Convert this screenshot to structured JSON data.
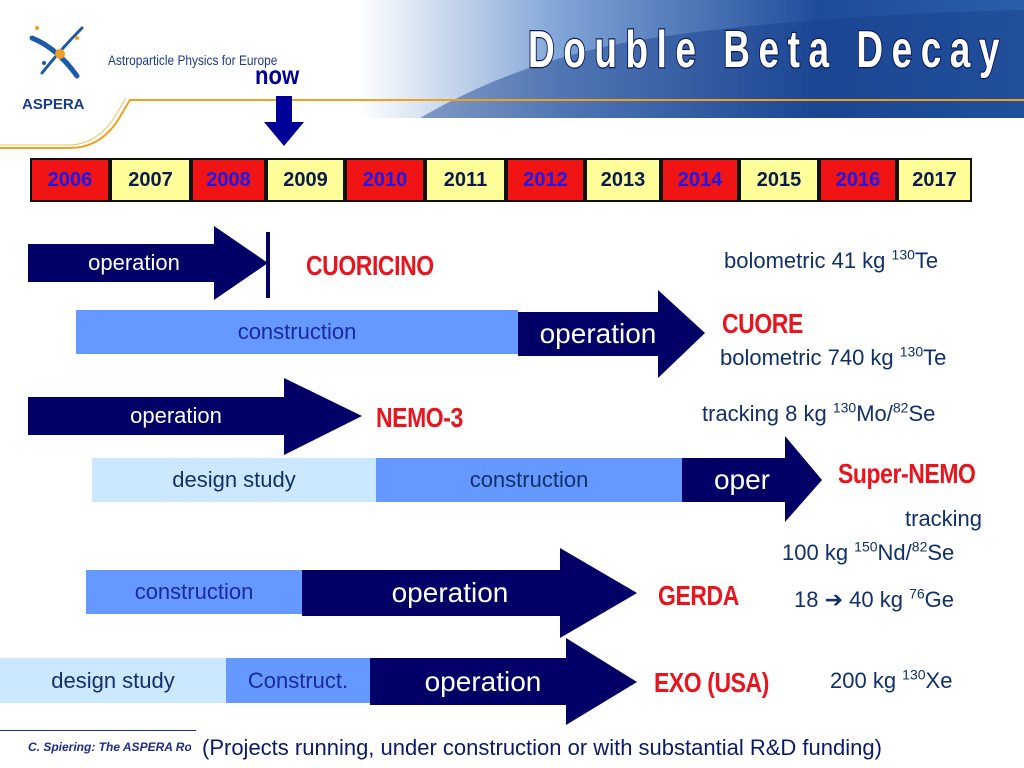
{
  "header": {
    "org_tagline": "Astroparticle Physics for Europe",
    "org_name": "ASPERA",
    "title": "Double Beta Decay",
    "now_label": "now"
  },
  "colors": {
    "red_year": "#f01414",
    "yellow_year": "#ffff99",
    "navy": "#000066",
    "construction_blue": "#6699ff",
    "design_blue": "#cce8ff",
    "experiment_red": "#e8141e"
  },
  "timeline": {
    "years": [
      {
        "label": "2006",
        "color": "red"
      },
      {
        "label": "2007",
        "color": "yellow"
      },
      {
        "label": "2008",
        "color": "red"
      },
      {
        "label": "2009",
        "color": "yellow"
      },
      {
        "label": "2010",
        "color": "red"
      },
      {
        "label": "2011",
        "color": "yellow"
      },
      {
        "label": "2012",
        "color": "red"
      },
      {
        "label": "2013",
        "color": "yellow"
      },
      {
        "label": "2014",
        "color": "red"
      },
      {
        "label": "2015",
        "color": "yellow"
      },
      {
        "label": "2016",
        "color": "red"
      },
      {
        "label": "2017",
        "color": "yellow"
      }
    ]
  },
  "experiments": {
    "cuoricino": {
      "name": "CUORICINO",
      "phase_operation": "operation",
      "detail_prefix": "bolometric 41 kg ",
      "detail_sup": "130",
      "detail_suffix": "Te"
    },
    "cuore": {
      "name": "CUORE",
      "phase_construction": "construction",
      "phase_operation": "operation",
      "detail_prefix": "bolometric 740 kg ",
      "detail_sup": "130",
      "detail_suffix": "Te"
    },
    "nemo3": {
      "name": "NEMO-3",
      "phase_operation": "operation",
      "detail_prefix": "tracking 8 kg ",
      "detail_sup1": "130",
      "detail_mid": "Mo/",
      "detail_sup2": "82",
      "detail_suffix": "Se"
    },
    "supernemo": {
      "name": "Super-NEMO",
      "phase_design": "design study",
      "phase_construction": "construction",
      "phase_operation": "oper",
      "detail_line1": "tracking",
      "detail_prefix": "100 kg ",
      "detail_sup1": "150",
      "detail_mid": "Nd/",
      "detail_sup2": "82",
      "detail_suffix": "Se"
    },
    "gerda": {
      "name": "GERDA",
      "phase_construction": "construction",
      "phase_operation": "operation",
      "detail_prefix": "18 ➔ 40 kg ",
      "detail_sup": "76",
      "detail_suffix": "Ge"
    },
    "exo": {
      "name": "EXO (USA)",
      "phase_design": "design study",
      "phase_construction": "Construct.",
      "phase_operation": "operation",
      "detail_prefix": "200 kg ",
      "detail_sup": "130",
      "detail_suffix": "Xe"
    }
  },
  "footer": {
    "author": "C. Spiering: The ASPERA Roadmap",
    "note": "(Projects running, under construction or with substantial R&D funding)"
  }
}
